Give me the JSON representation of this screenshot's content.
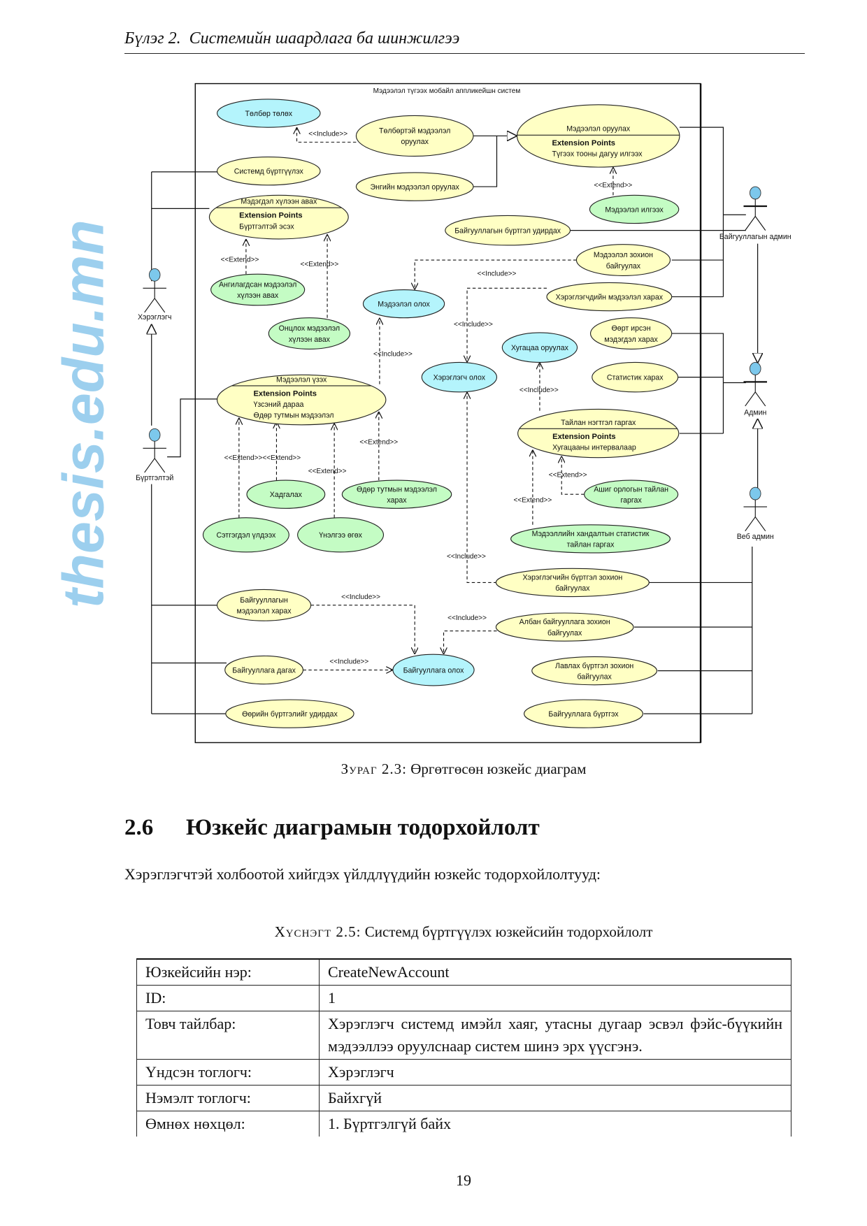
{
  "header": {
    "chapter": "Бүлэг 2.",
    "title": "Системийн шаардлага ба шинжилгээ"
  },
  "diagram": {
    "system_title": "Мэдээлэл түгээх мобайл аппликейшн систем",
    "actors": [
      "Хэрэглэгч",
      "Бүртгэлтэй",
      "Байгууллагын админ",
      "Админ",
      "Веб админ"
    ],
    "usecases": [
      {
        "lines": [
          "Төлбөр төлөх"
        ]
      },
      {
        "lines": [
          "Төлбөртэй мэдээлэл",
          "оруулах"
        ]
      },
      {
        "lines": [
          "Мэдээлэл оруулах"
        ],
        "ext_title": "Extension Points",
        "ext": [
          "Түгээх тооны дагуу илгээх"
        ]
      },
      {
        "lines": [
          "Системд бүртгүүлэх"
        ]
      },
      {
        "lines": [
          "Энгийн мэдээлэл оруулах"
        ]
      },
      {
        "lines": [
          "Мэдээлэл илгээх"
        ]
      },
      {
        "lines": [
          "Мэдэгдэл хүлээн авах"
        ],
        "ext_title": "Extension Points",
        "ext": [
          "Бүртгэлтэй эсэх"
        ]
      },
      {
        "lines": [
          "Байгууллагын бүртгэл удирдах"
        ]
      },
      {
        "lines": [
          "Мэдээлэл зохион",
          "байгуулах"
        ]
      },
      {
        "lines": [
          "Ангилагдсан мэдээлэл",
          "хүлээн авах"
        ]
      },
      {
        "lines": [
          "Мэдээлэл олох"
        ]
      },
      {
        "lines": [
          "Хэрэглэгчдийн мэдээлэл харах"
        ]
      },
      {
        "lines": [
          "Онцлох мэдээлэл",
          "хүлээн авах"
        ]
      },
      {
        "lines": [
          "Өөрт ирсэн",
          "мэдэгдэл харах"
        ]
      },
      {
        "lines": [
          "Хугацаа оруулах"
        ]
      },
      {
        "lines": [
          "Хэрэглэгч олох"
        ]
      },
      {
        "lines": [
          "Статистик харах"
        ]
      },
      {
        "lines": [
          "Мэдээлэл үзэх"
        ],
        "ext_title": "Extension Points",
        "ext": [
          "Үзсэний дараа",
          "Өдөр тутмын мэдээлэл"
        ]
      },
      {
        "lines": [
          "Тайлан нэгтгэл гаргах"
        ],
        "ext_title": "Extension Points",
        "ext": [
          "Хугацааны интервалаар"
        ]
      },
      {
        "lines": [
          "Хадгалах"
        ]
      },
      {
        "lines": [
          "Өдөр тутмын мэдээлэл",
          "харах"
        ]
      },
      {
        "lines": [
          "Ашиг орлогын тайлан",
          "гаргах"
        ]
      },
      {
        "lines": [
          "Сэтгэгдэл үлдээх"
        ]
      },
      {
        "lines": [
          "Үнэлгээ өгөх"
        ]
      },
      {
        "lines": [
          "Мэдээллийн хандалтын статистик",
          "тайлан гаргах"
        ]
      },
      {
        "lines": [
          "Хэрэглэгчийн бүртгэл зохион",
          "байгуулах"
        ]
      },
      {
        "lines": [
          "Байгууллагын",
          "мэдээлэл харах"
        ]
      },
      {
        "lines": [
          "Албан байгууллага зохион",
          "байгуулах"
        ]
      },
      {
        "lines": [
          "Байгууллага дагах"
        ]
      },
      {
        "lines": [
          "Байгууллага олох"
        ]
      },
      {
        "lines": [
          "Лавлах бүртгэл зохион",
          "байгуулах"
        ]
      },
      {
        "lines": [
          "Өөрийн бүртгэлийг удирдах"
        ]
      },
      {
        "lines": [
          "Байгууллага бүртгэх"
        ]
      }
    ],
    "relation_labels": [
      "<<Include>>",
      "<<Extend>>",
      "<<Extend>>",
      "<<Extend>>",
      "<<Include>>",
      "<<Include>>",
      "<<Include>>",
      "<<Include>>",
      "<<Extend>>",
      "<<Extend>><<Extend>>",
      "<<Extend>>",
      "<<Extend>>",
      "<<Extend>>",
      "<<Include>>",
      "<<Include>>",
      "<<Include>>",
      "<<Include>>"
    ],
    "watermark": "thesis.edu.mn",
    "colors": {
      "yellow": "#ffffc4",
      "cyan": "#b4f4fc",
      "green": "#c4fcc4",
      "actor": "#7cc8ec",
      "watermark": "#4aa8e0"
    }
  },
  "figure_caption": {
    "label": "Зураг 2.3:",
    "text": "Өргөтгөсөн юзкейс диаграм"
  },
  "section": {
    "number": "2.6",
    "title": "Юзкейс диаграмын тодорхойлолт"
  },
  "paragraph": "Хэрэглэгчтэй холбоотой хийгдэх үйлдлүүдийн юзкейс тодорхойлолтууд:",
  "table_caption": {
    "label": "Хүснэгт 2.5:",
    "text": "Системд бүртгүүлэх юзкейсийн тодорхойлолт"
  },
  "table": [
    {
      "key": "Юзкейсийн нэр:",
      "value": "CreateNewAccount"
    },
    {
      "key": "ID:",
      "value": "1"
    },
    {
      "key": "Товч тайлбар:",
      "value": "Хэрэглэгч системд имэйл хаяг, утасны дугаар эсвэл фэйс-бүүкийн мэдээллээ оруулснаар систем шинэ эрх үүсгэнэ."
    },
    {
      "key": "Үндсэн тоглогч:",
      "value": "Хэрэглэгч"
    },
    {
      "key": "Нэмэлт тоглогч:",
      "value": "Байхгүй"
    },
    {
      "key": "Өмнөх нөхцөл:",
      "value": "1. Бүртгэлгүй байх"
    }
  ],
  "page_number": "19"
}
